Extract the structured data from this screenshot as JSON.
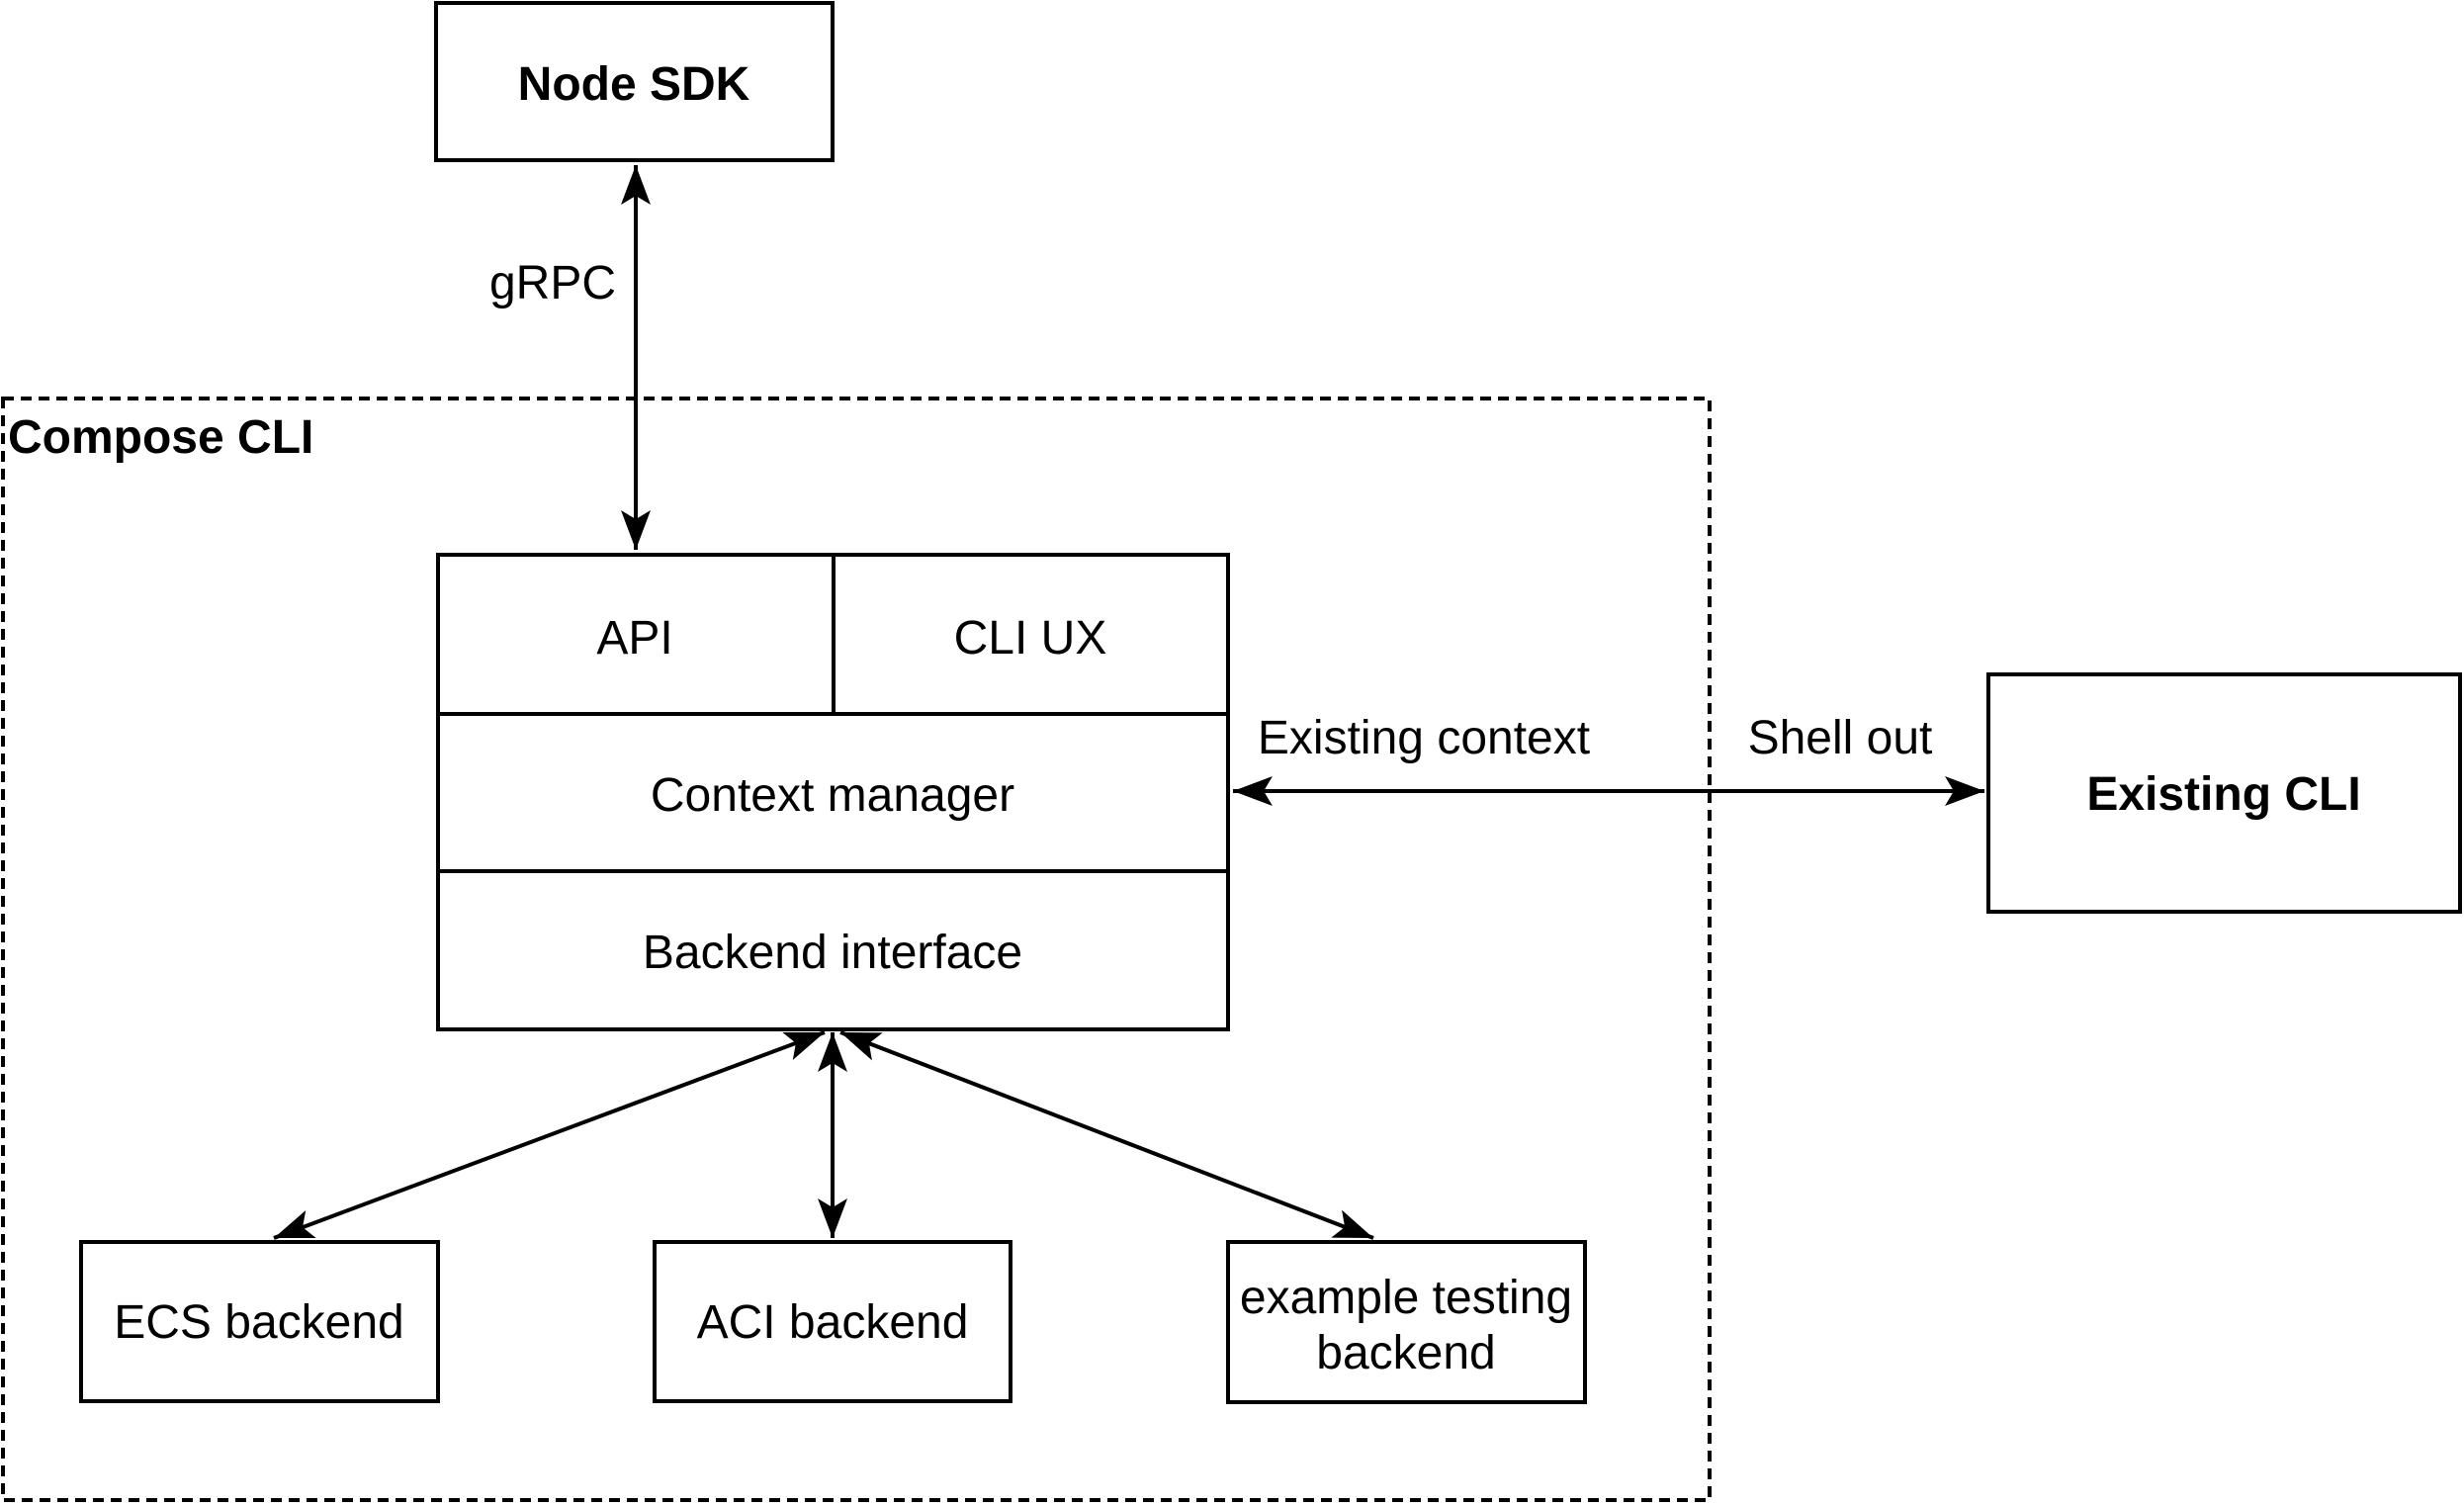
{
  "diagram": {
    "background_color": "#ffffff",
    "stroke_color": "#000000",
    "container": {
      "label": "Compose CLI"
    },
    "nodes": {
      "node_sdk": {
        "label": "Node SDK"
      },
      "api": {
        "label": "API"
      },
      "cli_ux": {
        "label": "CLI UX"
      },
      "context_manager": {
        "label": "Context manager"
      },
      "backend_interface": {
        "label": "Backend interface"
      },
      "existing_cli": {
        "label": "Existing CLI"
      },
      "ecs_backend": {
        "label": "ECS backend"
      },
      "aci_backend": {
        "label": "ACI backend"
      },
      "example_testing_backend": {
        "label": "example testing backend",
        "lines": [
          "example testing",
          "backend"
        ]
      }
    },
    "edges": {
      "grpc": {
        "label": "gRPC"
      },
      "existing_context": {
        "label": "Existing context"
      },
      "shell_out": {
        "label": "Shell out"
      }
    }
  }
}
